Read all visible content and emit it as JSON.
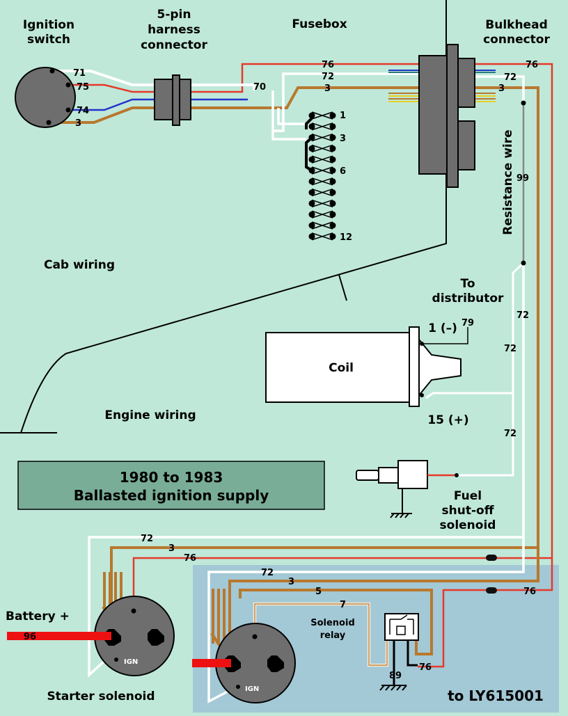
{
  "labels": {
    "ignition_switch": [
      "Ignition",
      "switch"
    ],
    "harness_connector": [
      "5-pin",
      "harness",
      "connector"
    ],
    "fusebox": "Fusebox",
    "bulkhead": [
      "Bulkhead",
      "connector"
    ],
    "cab_wiring": "Cab wiring",
    "engine_wiring": "Engine wiring",
    "resistance_wire": "Resistance wire",
    "to_distributor": [
      "To",
      "distributor"
    ],
    "coil": "Coil",
    "coil_neg": "1 (–)",
    "coil_pos": "15 (+)",
    "fuel_solenoid": [
      "Fuel",
      "shut-off",
      "solenoid"
    ],
    "title": [
      "1980 to 1983",
      "Ballasted ignition supply"
    ],
    "battery": "Battery +",
    "starter_solenoid": "Starter solenoid",
    "solenoid_relay": [
      "Solenoid",
      "relay"
    ],
    "to_ly": "to LY615001",
    "ign": "IGN"
  },
  "fuse_numbers": {
    "f1": "1",
    "f3": "3",
    "f6": "6",
    "f12": "12"
  },
  "wires": {
    "w71": "71",
    "w75": "75",
    "w74": "74",
    "w3": "3",
    "w70": "70",
    "w76": "76",
    "w72": "72",
    "w99": "99",
    "w79": "79",
    "w96": "96",
    "w5": "5",
    "w7": "7",
    "w89": "89"
  },
  "colors": {
    "background": "#bfe8d9",
    "inset": "#a3c8d6",
    "title_box": "#79ad98",
    "brown": "#b8782e",
    "red": "#e53a2a",
    "blue": "#2233cc",
    "component_grey": "#6e6e6e",
    "battery_red": "#ee1111"
  }
}
